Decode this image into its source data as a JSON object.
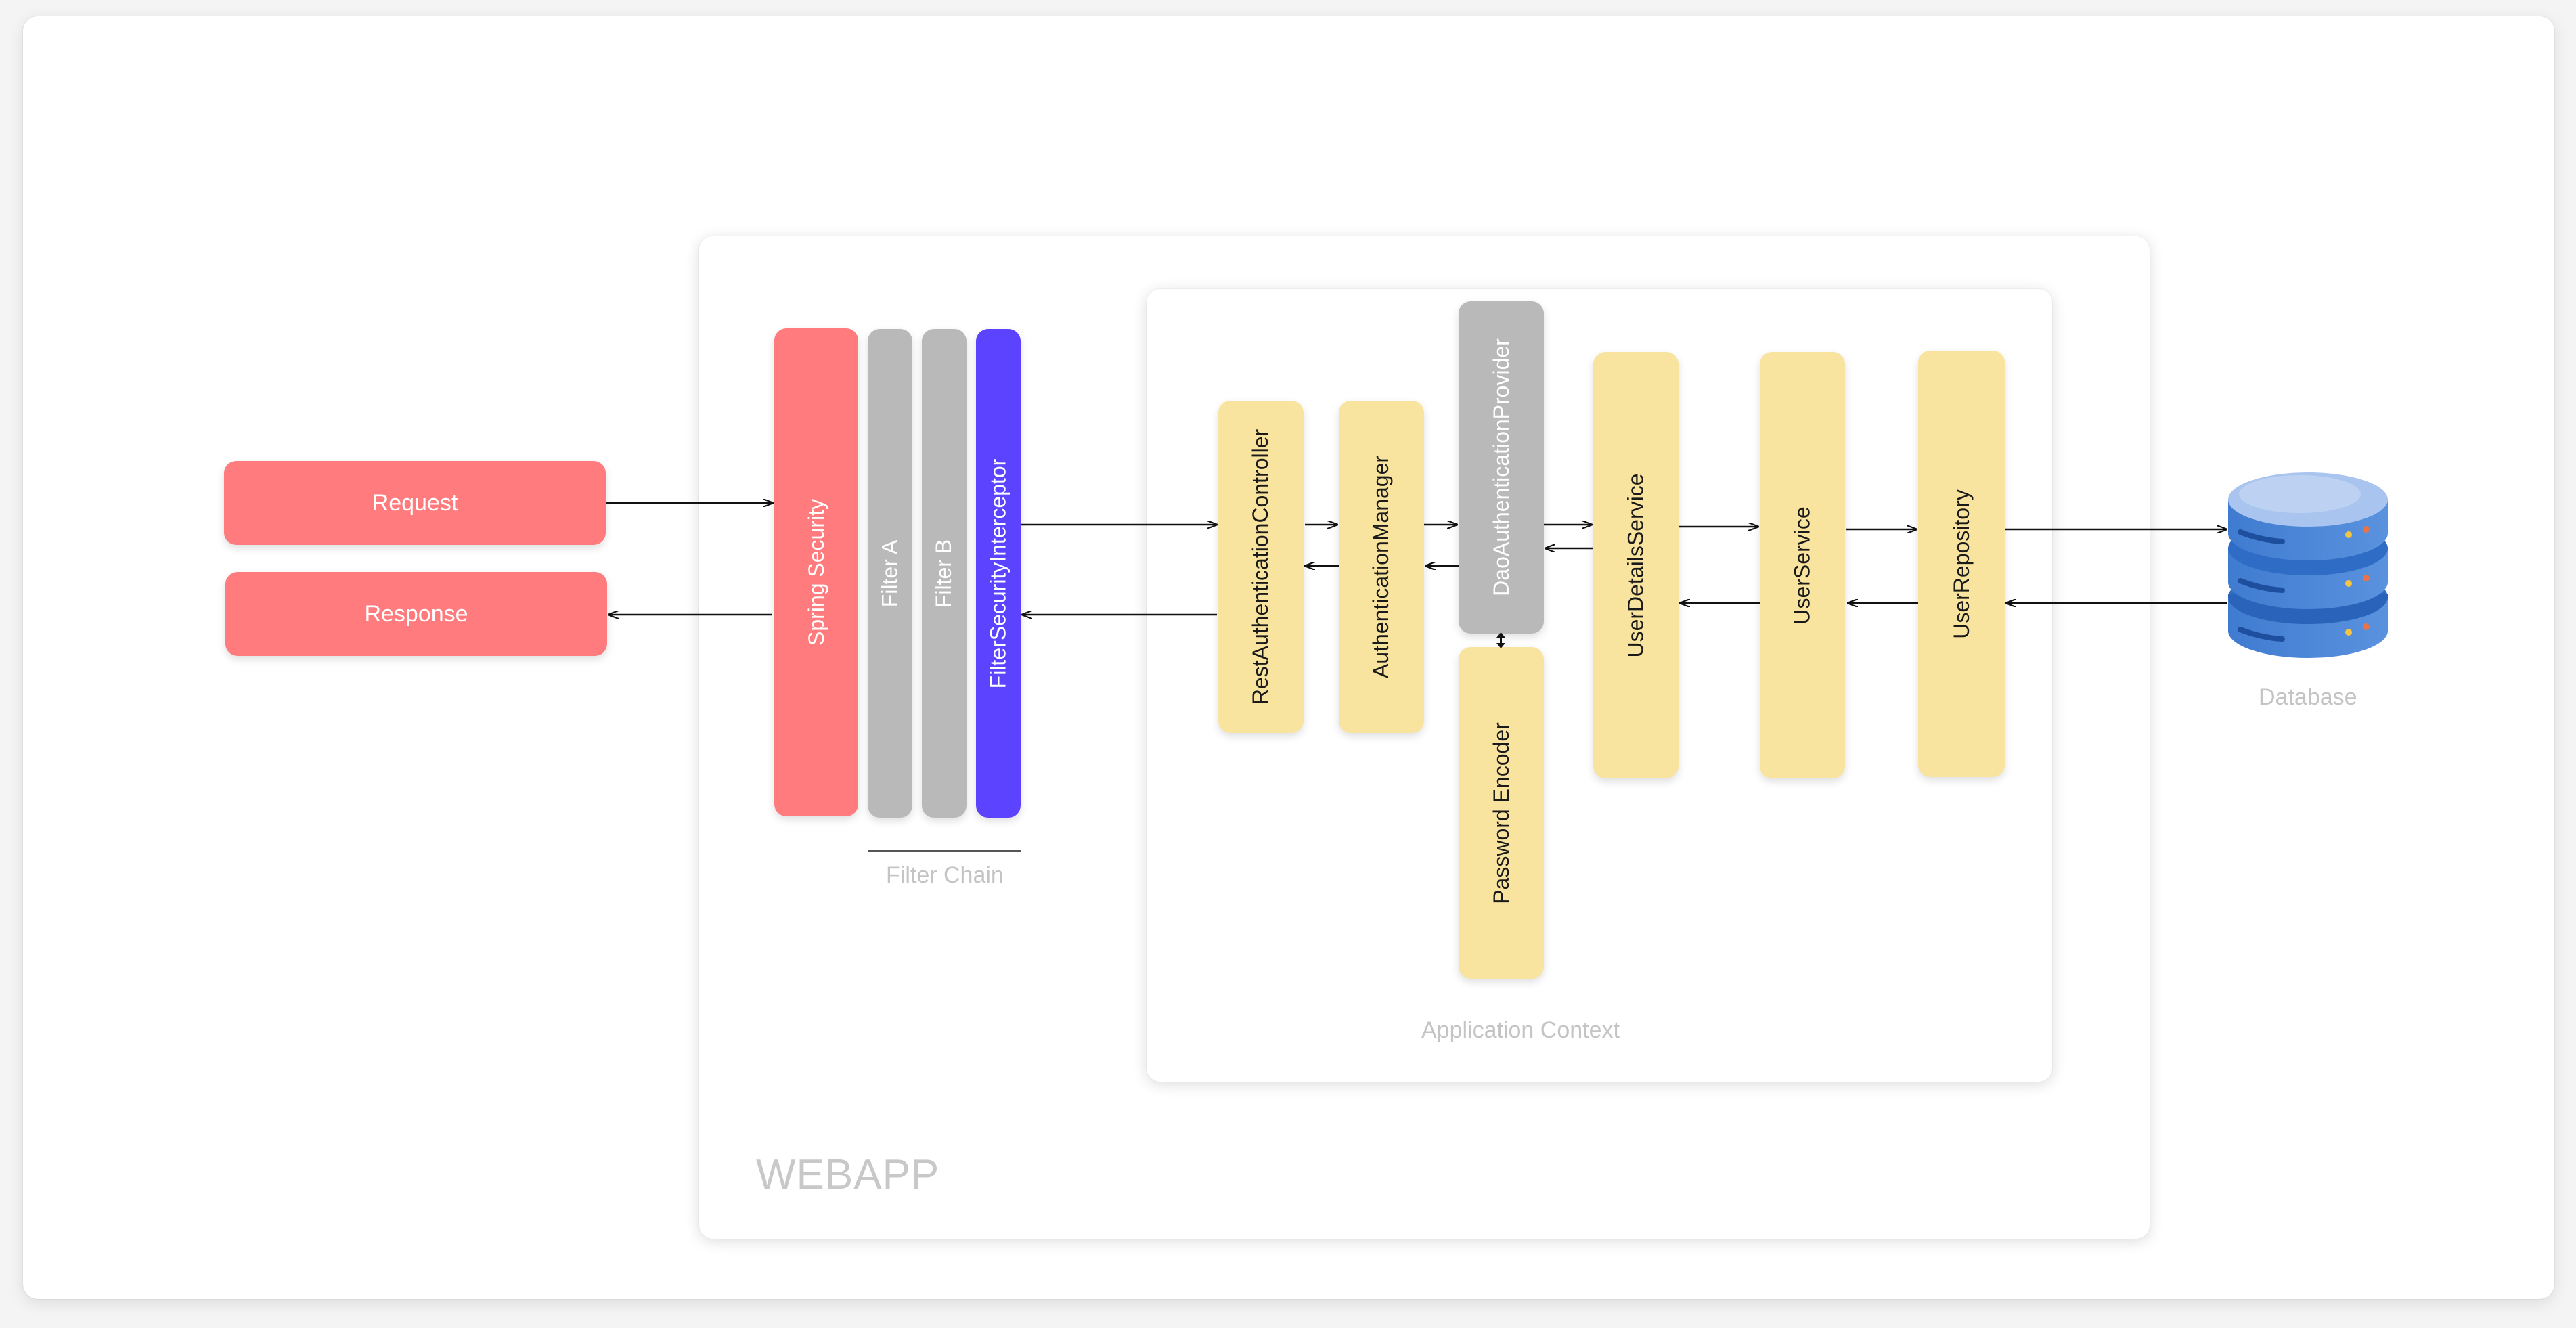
{
  "diagram": {
    "request": "Request",
    "response": "Response",
    "spring_security": "Spring Security",
    "filter_a": "Filter A",
    "filter_b": "Filter B",
    "filter_security_interceptor": "FilterSecurityInterceptor",
    "filter_chain_caption": "Filter Chain",
    "rest_authentication_controller": "RestAuthenticationController",
    "authentication_manager": "AuthenticationManager",
    "dao_authentication_provider": "DaoAuthenticationProvider",
    "password_encoder": "Password Encoder",
    "user_details_service": "UserDetailsService",
    "user_service": "UserService",
    "user_repository": "UserRepository",
    "application_context_caption": "Application Context",
    "webapp_title": "WEBAPP",
    "database_caption": "Database"
  },
  "colors": {
    "request_response": "#ff7b7e",
    "spring_security": "#ff7b7e",
    "filter": "#b9b9b9",
    "interceptor": "#5b43ff",
    "component": "#f8e49e",
    "database": "#4a85d6"
  },
  "icons": [
    "database-icon"
  ]
}
